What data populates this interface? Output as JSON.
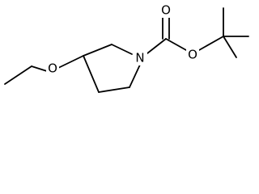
{
  "molecule": {
    "atoms": {
      "ether_oxygen": "O",
      "ring_nitrogen": "N",
      "carbonyl_oxygen": "O",
      "ester_oxygen": "O"
    }
  }
}
